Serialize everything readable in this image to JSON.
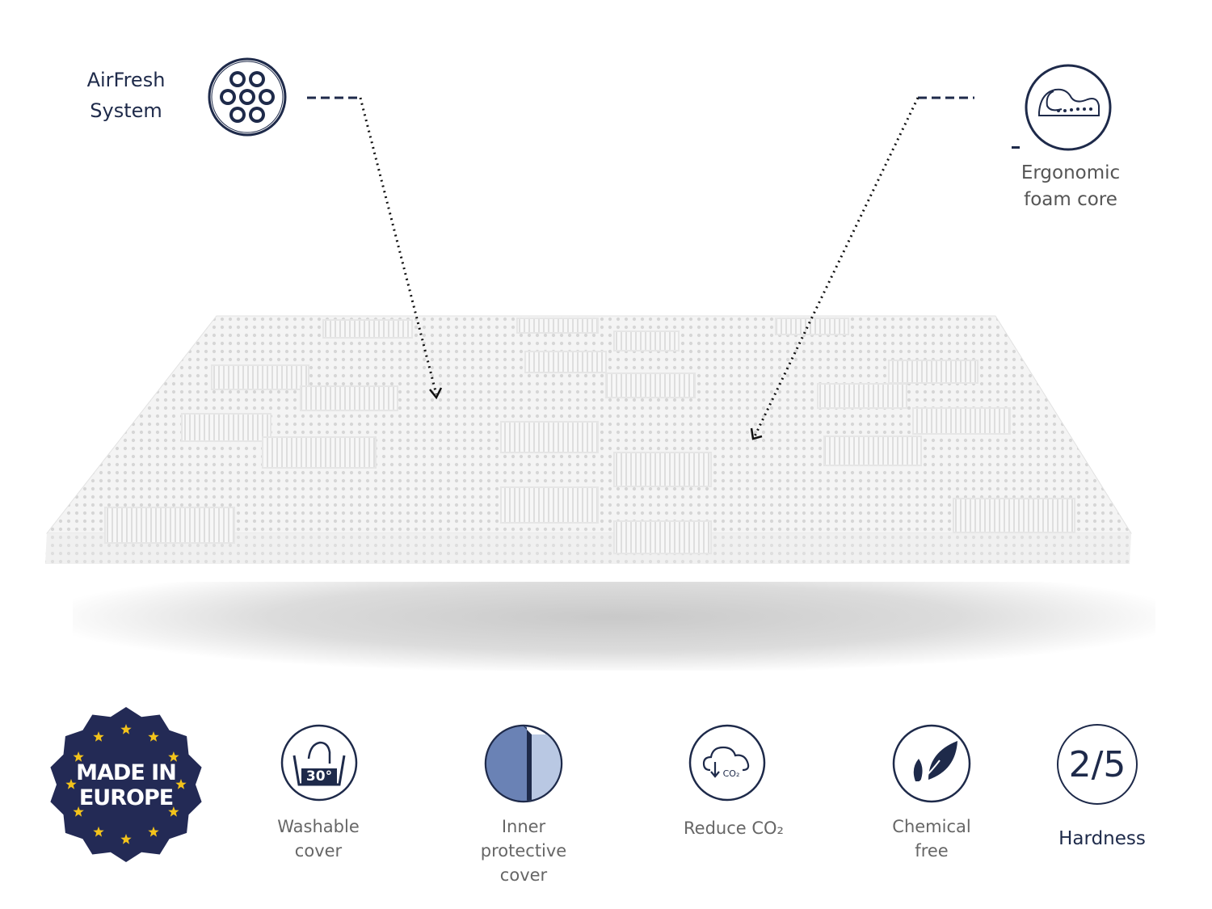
{
  "callouts": {
    "airfresh_line1": "AirFresh",
    "airfresh_line2": "System",
    "ergonomic_line1": "Ergonomic",
    "ergonomic_line2": "foam core"
  },
  "badge": {
    "line1": "MADE IN",
    "line2": "EUROPE"
  },
  "features": [
    {
      "icon": "wash-30-icon",
      "label_lines": [
        "Washable",
        "cover"
      ],
      "icon_text": "30°"
    },
    {
      "icon": "inner-cover-icon",
      "label_lines": [
        "Inner",
        "protective",
        "cover"
      ]
    },
    {
      "icon": "cloud-co2-icon",
      "label_lines": [
        "Reduce CO₂"
      ],
      "icon_text": "CO₂"
    },
    {
      "icon": "leaf-icon",
      "label_lines": [
        "Chemical",
        "free"
      ]
    }
  ],
  "hardness": {
    "value": "2/5",
    "label": "Hardness"
  },
  "colors": {
    "navy": "#1e2a4a",
    "star": "#f3c31b",
    "mattress": "#f2f2f2",
    "shadow": "#cfcfcf"
  }
}
